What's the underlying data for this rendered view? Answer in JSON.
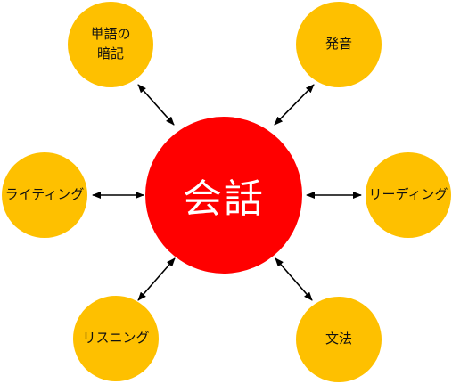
{
  "colors": {
    "center_fill": "#ff0000",
    "outer_fill": "#fec000",
    "arrow": "#000000",
    "center_text": "#ffffff",
    "outer_text": "#111111"
  },
  "center": {
    "label": "会話"
  },
  "nodes": {
    "vocab": {
      "label": "単語の\n暗記"
    },
    "pronunciation": {
      "label": "発音"
    },
    "writing": {
      "label": "ライティング"
    },
    "reading": {
      "label": "リーディング"
    },
    "listening": {
      "label": "リスニング"
    },
    "grammar": {
      "label": "文法"
    }
  },
  "arrows": [
    "double-headed",
    "double-headed",
    "double-headed",
    "double-headed",
    "double-headed",
    "double-headed"
  ]
}
